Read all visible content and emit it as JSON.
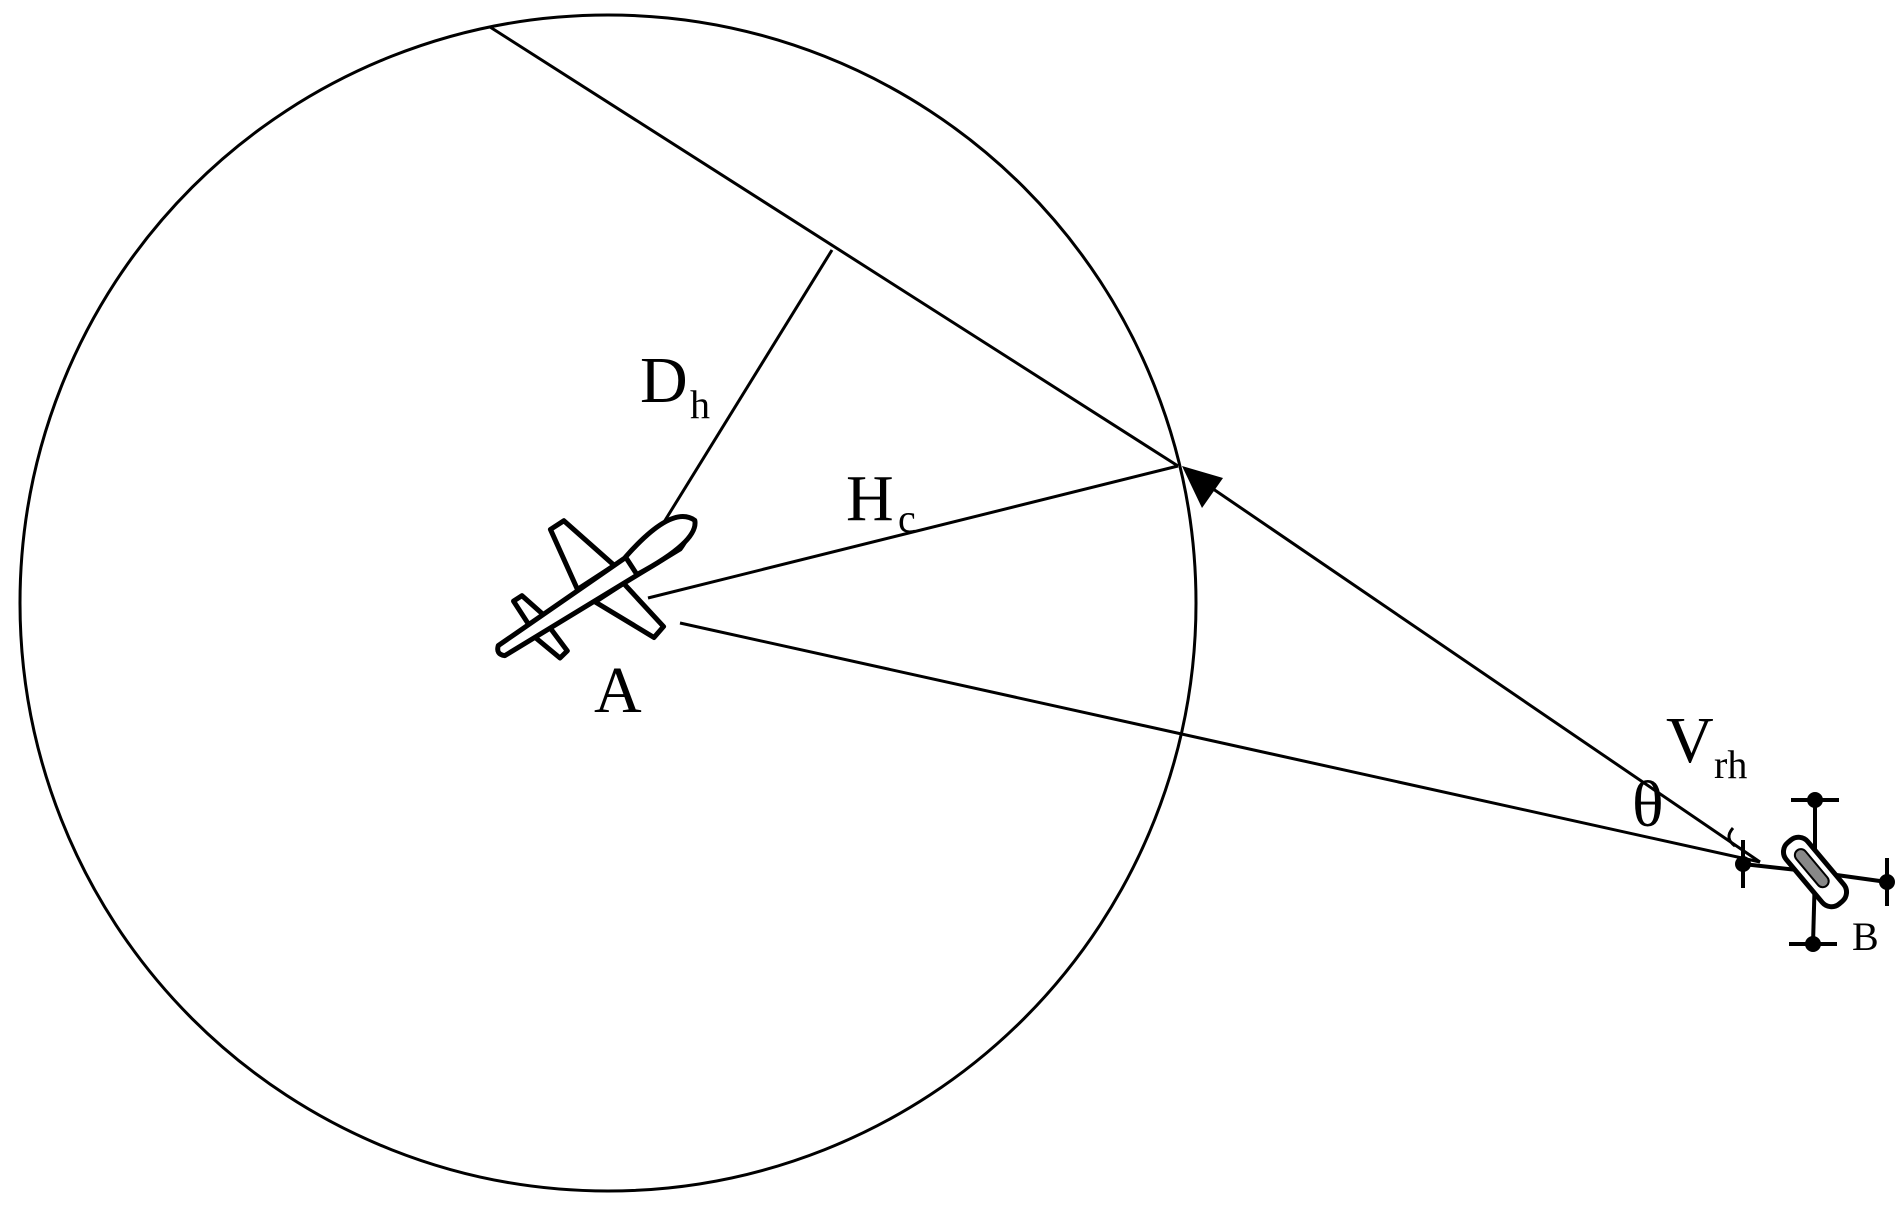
{
  "labels": {
    "dh_main": "D",
    "dh_sub": "h",
    "hc_main": "H",
    "hc_sub": "c",
    "vrh_main": "V",
    "vrh_sub": "rh",
    "theta": "θ",
    "point_a": "A",
    "point_b": "B"
  },
  "icons": {
    "aircraft": "airplane-icon",
    "drone": "quadcopter-icon"
  },
  "colors": {
    "stroke": "#000000",
    "background": "#ffffff"
  }
}
